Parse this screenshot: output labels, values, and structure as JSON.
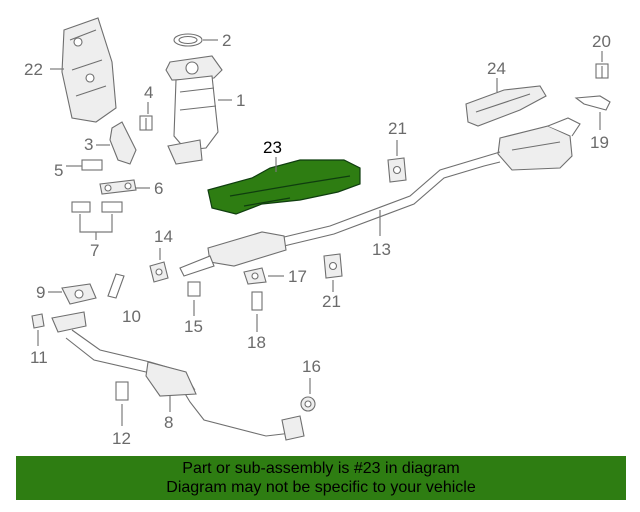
{
  "diagram": {
    "highlight_color": "#2e7d12",
    "callouts": {
      "c1": "1",
      "c2": "2",
      "c3": "3",
      "c4": "4",
      "c5": "5",
      "c6": "6",
      "c7": "7",
      "c8": "8",
      "c9": "9",
      "c10": "10",
      "c11": "11",
      "c12": "12",
      "c13": "13",
      "c14": "14",
      "c15": "15",
      "c16": "16",
      "c17": "17",
      "c18": "18",
      "c19": "19",
      "c20": "20",
      "c21a": "21",
      "c21b": "21",
      "c22": "22",
      "c23": "23",
      "c24": "24"
    }
  },
  "banner": {
    "line1": "Part or sub-assembly is #23 in diagram",
    "line2": "Diagram may not be specific to your vehicle",
    "background": "#2e7d12"
  }
}
